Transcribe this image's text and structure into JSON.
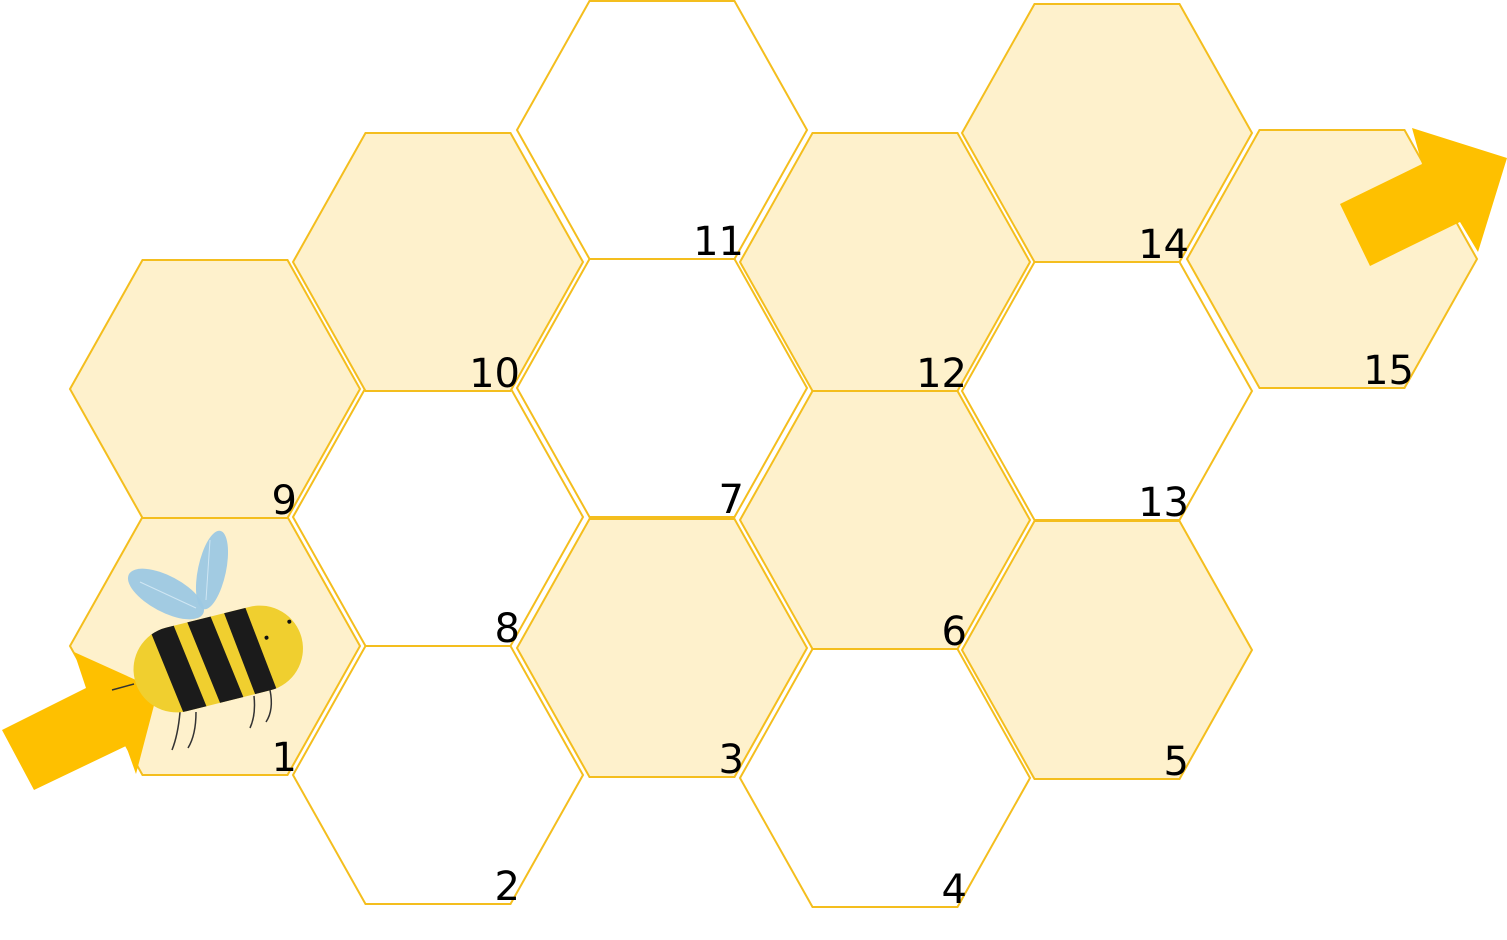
{
  "colors": {
    "stroke": "#F4BE1E",
    "shaded_fill": "#FEF1CC",
    "plain_fill": "#FFFFFF",
    "arrow": "#FEC000",
    "bee_body": "#F0CF2F",
    "bee_stripe": "#1B1B1B",
    "bee_wing": "#9DC8E3"
  },
  "cells": [
    {
      "label": "1",
      "shaded": true
    },
    {
      "label": "2",
      "shaded": false
    },
    {
      "label": "3",
      "shaded": true
    },
    {
      "label": "4",
      "shaded": false
    },
    {
      "label": "5",
      "shaded": true
    },
    {
      "label": "6",
      "shaded": true
    },
    {
      "label": "7",
      "shaded": false
    },
    {
      "label": "8",
      "shaded": false
    },
    {
      "label": "9",
      "shaded": true
    },
    {
      "label": "10",
      "shaded": true
    },
    {
      "label": "11",
      "shaded": false
    },
    {
      "label": "12",
      "shaded": true
    },
    {
      "label": "13",
      "shaded": false
    },
    {
      "label": "14",
      "shaded": true
    },
    {
      "label": "15",
      "shaded": true
    }
  ],
  "start_marker": {
    "icon": "start-arrow-icon",
    "token": "bee-icon"
  },
  "finish_marker": {
    "icon": "finish-arrow-icon"
  }
}
